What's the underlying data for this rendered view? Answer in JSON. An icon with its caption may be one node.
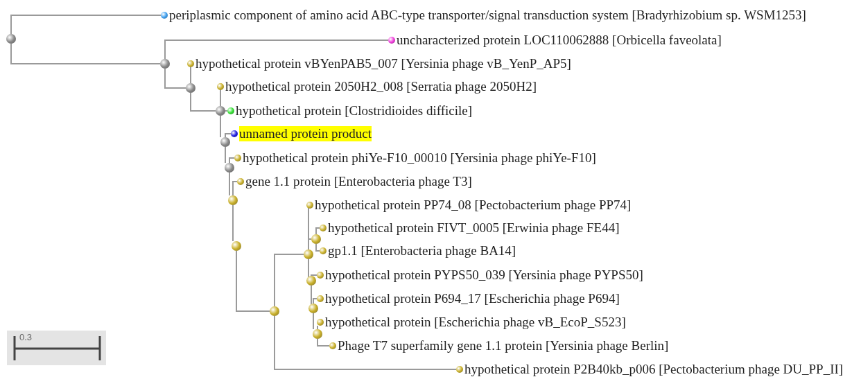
{
  "diagram": {
    "nodes": [
      {
        "text": [],
        "shape": "circle",
        "beside": [
          "periplasmic component of amino acid ABC-type transporter/signal transduction system [Bradyrhizobium sp. WSM1253]"
        ]
      },
      {
        "text": [],
        "shape": "circle",
        "beside": [
          "uncharacterized protein LOC110062888 [Orbicella faveolata]"
        ]
      },
      {
        "text": [],
        "shape": "circle",
        "beside": [
          "hypothetical protein vBYenPAB5_007 [Yersinia phage vB_YenP_AP5]"
        ]
      },
      {
        "text": [],
        "shape": "circle",
        "beside": [
          "hypothetical protein 2050H2_008 [Serratia phage 2050H2]"
        ]
      },
      {
        "text": [],
        "shape": "circle",
        "beside": [
          "hypothetical protein [Clostridioides difficile]"
        ]
      },
      {
        "text": [],
        "shape": "circle",
        "beside": [
          "unnamed protein product"
        ]
      },
      {
        "text": [],
        "shape": "circle",
        "beside": [
          "hypothetical protein phiYe-F10_00010 [Yersinia phage phiYe-F10]"
        ]
      },
      {
        "text": [],
        "shape": "circle",
        "beside": [
          "gene 1.1 protein [Enterobacteria phage T3]"
        ]
      },
      {
        "text": [],
        "shape": "circle",
        "beside": [
          "hypothetical protein PP74_08 [Pectobacterium phage PP74]"
        ]
      },
      {
        "text": [],
        "shape": "circle",
        "beside": [
          "hypothetical protein FIVT_0005 [Erwinia phage FE44]"
        ]
      },
      {
        "text": [],
        "shape": "circle",
        "beside": [
          "gp1.1 [Enterobacteria phage BA14]"
        ]
      },
      {
        "text": [],
        "shape": "circle",
        "beside": [
          "hypothetical protein PYPS50_039 [Yersinia phage PYPS50]"
        ]
      },
      {
        "text": [],
        "shape": "circle",
        "beside": [
          "hypothetical protein P694_17 [Escherichia phage P694]"
        ]
      },
      {
        "text": [],
        "shape": "circle",
        "beside": [
          "hypothetical protein [Escherichia phage vB_EcoP_S523]"
        ]
      },
      {
        "text": [],
        "shape": "circle",
        "beside": [
          "Phage T7 superfamily gene 1.1 protein [Yersinia phage Berlin]"
        ]
      },
      {
        "text": [],
        "shape": "circle",
        "beside": [
          "hypothetical protein P2B40kb_p006 [Pectobacterium phage DU_PP_II]"
        ]
      },
      {
        "text": [],
        "shape": "circle"
      },
      {
        "text": [],
        "shape": "circle"
      },
      {
        "text": [],
        "shape": "circle"
      },
      {
        "text": [],
        "shape": "circle"
      },
      {
        "text": [],
        "shape": "circle"
      },
      {
        "text": [],
        "shape": "circle"
      },
      {
        "text": [],
        "shape": "circle"
      },
      {
        "text": [],
        "shape": "circle"
      },
      {
        "text": [],
        "shape": "circle"
      },
      {
        "text": [],
        "shape": "circle"
      },
      {
        "text": [],
        "shape": "circle"
      },
      {
        "text": [],
        "shape": "circle"
      },
      {
        "text": [],
        "shape": "circle"
      },
      {
        "text": [],
        "shape": "circle"
      }
    ],
    "edges": [
      {
        "from": 16,
        "to": 0,
        "arrow": "none"
      },
      {
        "from": 16,
        "to": 17,
        "arrow": "none"
      },
      {
        "from": 17,
        "to": 1,
        "arrow": "none"
      },
      {
        "from": 17,
        "to": 18,
        "arrow": "none"
      },
      {
        "from": 18,
        "to": 2,
        "arrow": "none"
      },
      {
        "from": 18,
        "to": 19,
        "arrow": "none"
      },
      {
        "from": 19,
        "to": 3,
        "arrow": "none"
      },
      {
        "from": 19,
        "to": 4,
        "arrow": "none"
      },
      {
        "from": 19,
        "to": 20,
        "arrow": "none"
      },
      {
        "from": 20,
        "to": 5,
        "arrow": "none"
      },
      {
        "from": 20,
        "to": 21,
        "arrow": "none"
      },
      {
        "from": 21,
        "to": 6,
        "arrow": "none"
      },
      {
        "from": 21,
        "to": 22,
        "arrow": "none"
      },
      {
        "from": 22,
        "to": 7,
        "arrow": "none"
      },
      {
        "from": 22,
        "to": 24,
        "arrow": "none"
      },
      {
        "from": 24,
        "to": 28,
        "arrow": "none"
      },
      {
        "from": 28,
        "to": 25,
        "arrow": "none"
      },
      {
        "from": 28,
        "to": 15,
        "arrow": "none"
      },
      {
        "from": 25,
        "to": 8,
        "arrow": "none"
      },
      {
        "from": 25,
        "to": 23,
        "arrow": "none"
      },
      {
        "from": 25,
        "to": 26,
        "arrow": "none"
      },
      {
        "from": 23,
        "to": 9,
        "arrow": "none"
      },
      {
        "from": 23,
        "to": 10,
        "arrow": "none"
      },
      {
        "from": 26,
        "to": 11,
        "arrow": "none"
      },
      {
        "from": 26,
        "to": 27,
        "arrow": "none"
      },
      {
        "from": 27,
        "to": 12,
        "arrow": "none"
      },
      {
        "from": 27,
        "to": 29,
        "arrow": "none"
      },
      {
        "from": 29,
        "to": 13,
        "arrow": "none"
      },
      {
        "from": 29,
        "to": 14,
        "arrow": "none"
      }
    ],
    "labels": [
      "0.3"
    ]
  }
}
